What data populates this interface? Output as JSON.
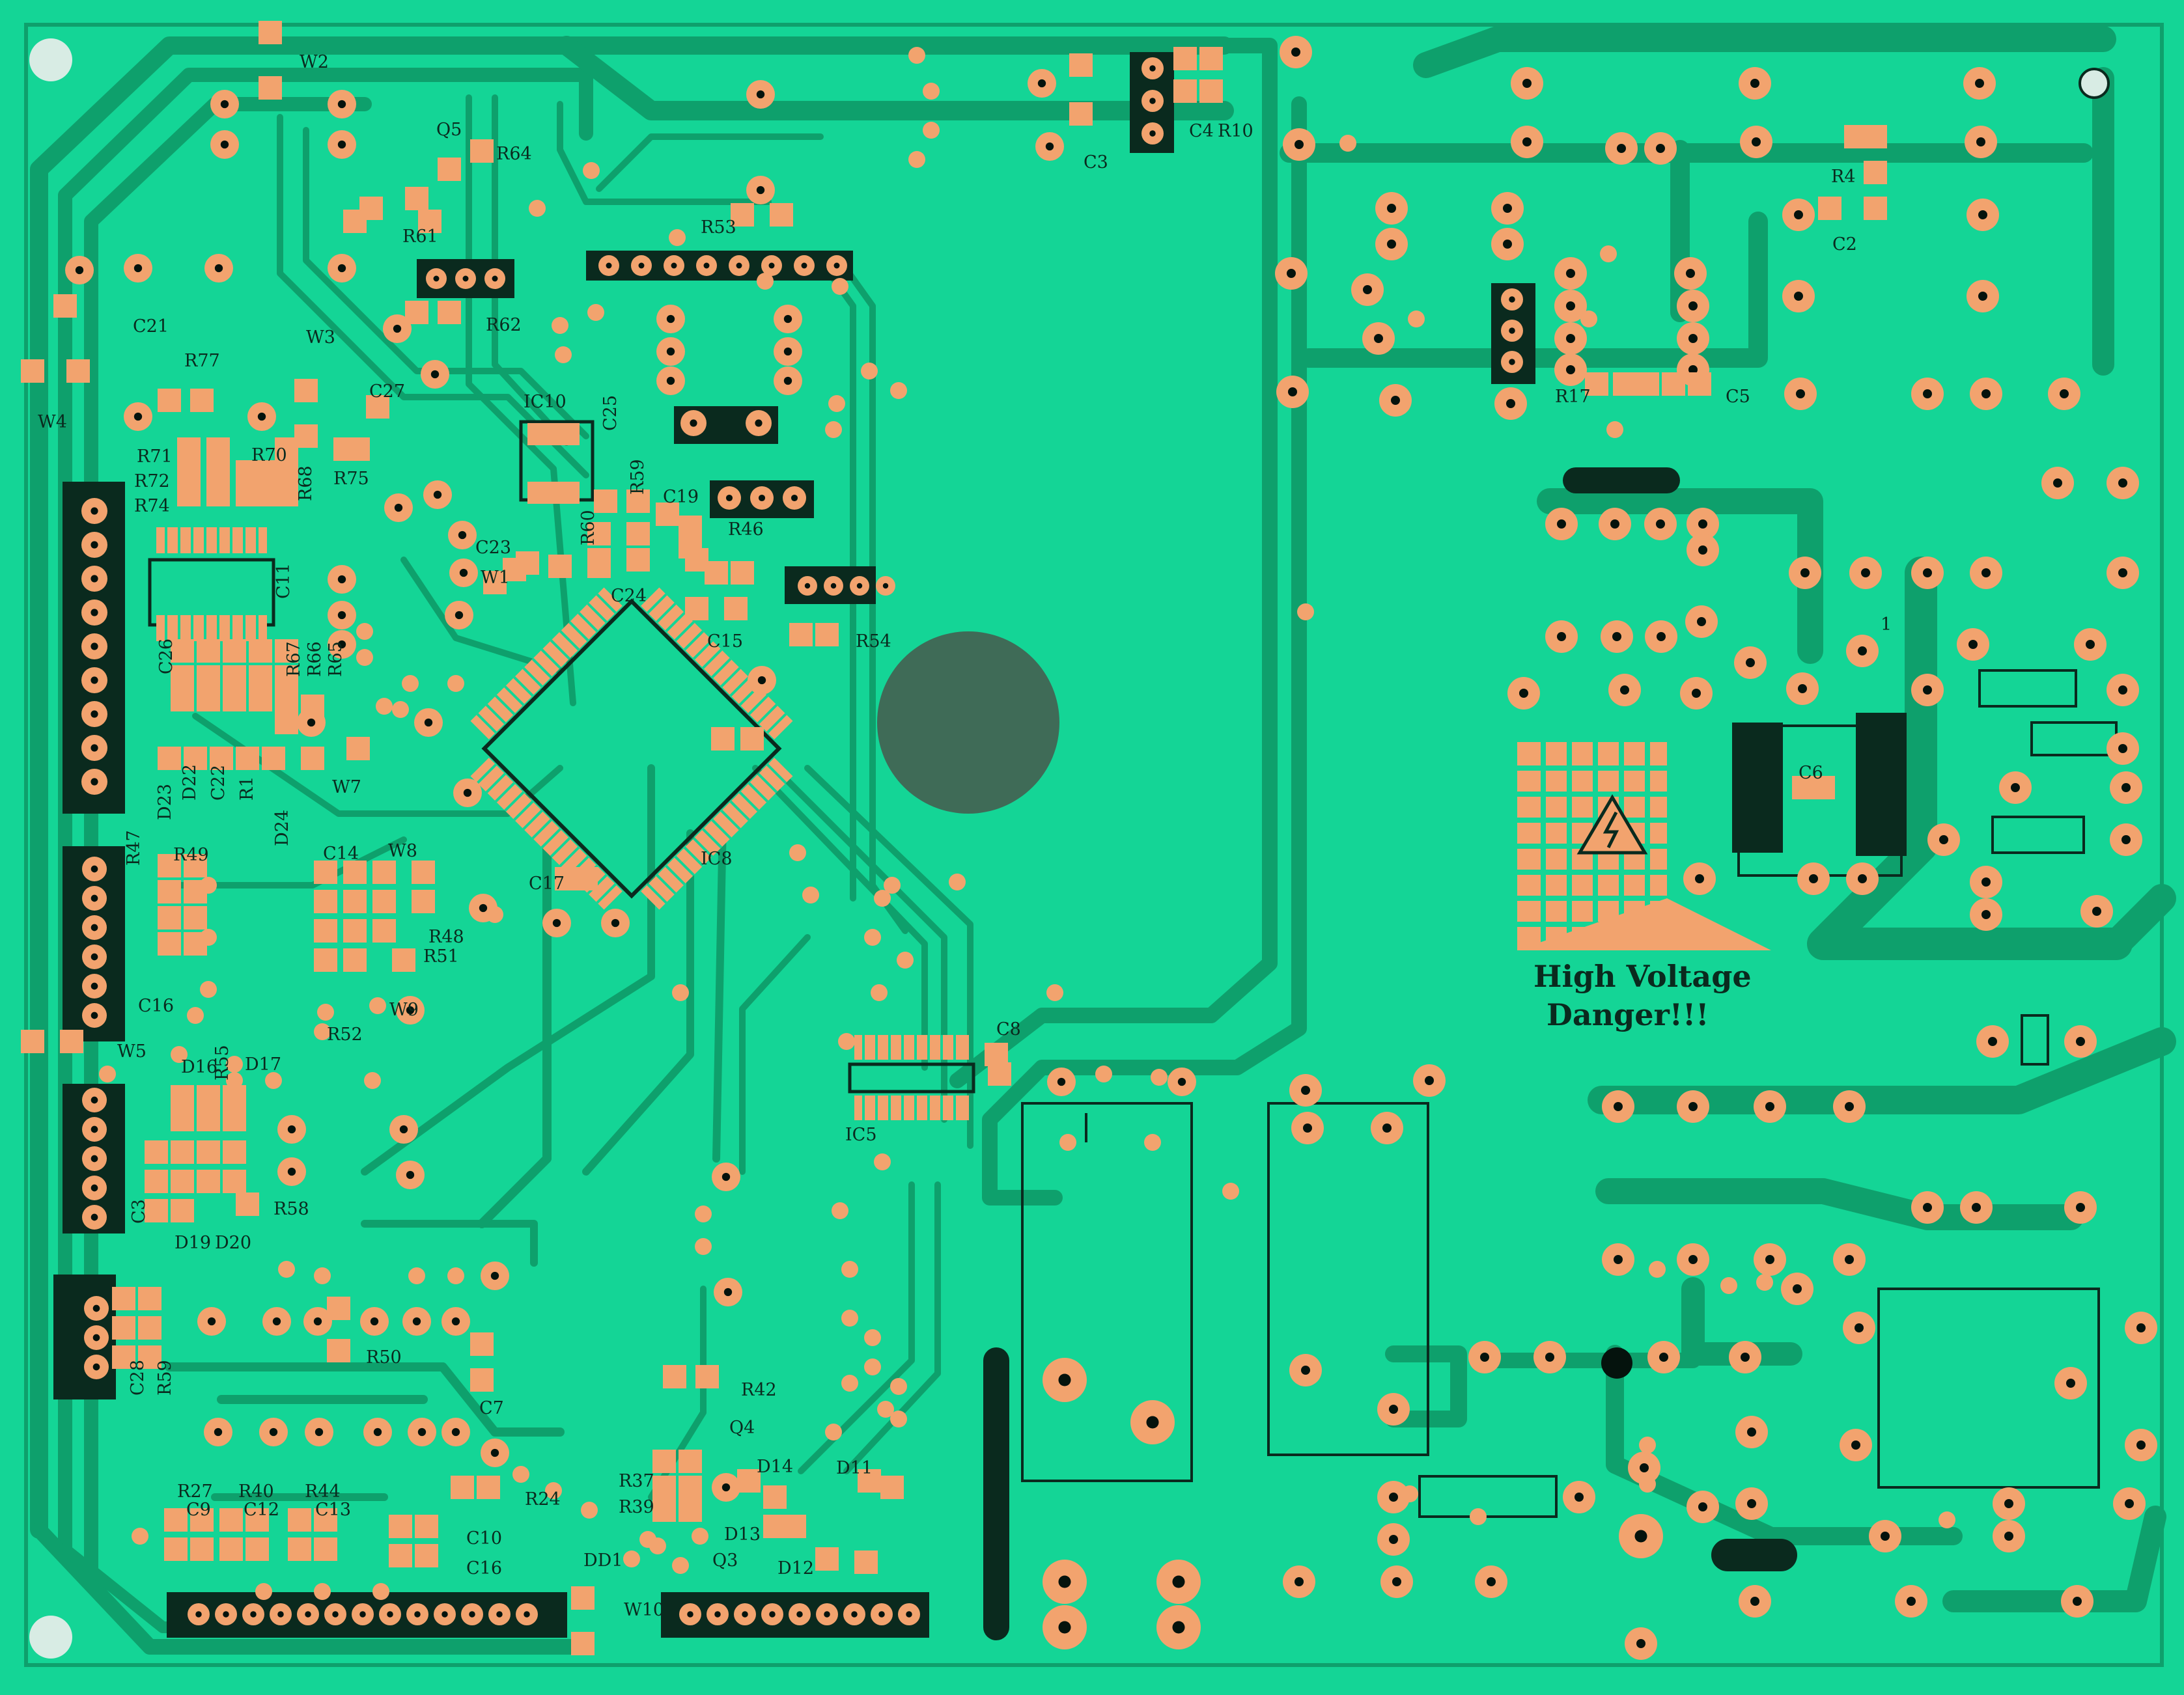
{
  "colors": {
    "board": "#14d596",
    "trace": "#0ea06c",
    "copper": "#f2a36e",
    "mask_dark": "#0a2a1e",
    "hole": "#05130d"
  },
  "icons": {
    "hazard": "high-voltage-warning-icon"
  },
  "warning": {
    "line1": "High Voltage",
    "line2": "Danger!!!"
  },
  "labels": {
    "W2": "W2",
    "Q5": "Q5",
    "R64": "R64",
    "R61": "R61",
    "R62": "R62",
    "C21": "C21",
    "R77": "R77",
    "W3": "W3",
    "C27": "C27",
    "W4": "W4",
    "R71": "R71",
    "R70": "R70",
    "R72": "R72",
    "R74": "R74",
    "R68": "R68",
    "R75": "R75",
    "C11": "C11",
    "C26": "C26",
    "R67": "R67",
    "R66": "R66",
    "R65": "R65",
    "D22": "D22",
    "D23": "D23",
    "D24": "D24",
    "C22": "C22",
    "R1": "R1",
    "W7": "W7",
    "R47": "R47",
    "R49": "R49",
    "C16": "C16",
    "C14": "C14",
    "W8": "W8",
    "R48": "R48",
    "R51": "R51",
    "R52": "R52",
    "W9": "W9",
    "W5": "W5",
    "D16": "D16",
    "R55": "R55",
    "D17": "D17",
    "C3x": "C3",
    "R58": "R58",
    "D19": "D19",
    "D20": "D20",
    "C28": "C28",
    "R59b": "R59",
    "R50": "R50",
    "C7": "C7",
    "R27": "R27",
    "R40": "R40",
    "R44": "R44",
    "C9": "C9",
    "C12": "C12",
    "C13": "C13",
    "C10": "C10",
    "C16b": "C16",
    "R24": "R24",
    "R42": "R42",
    "Q4": "Q4",
    "R37": "R37",
    "R39": "R39",
    "D14": "D14",
    "D11": "D11",
    "DD1": "DD1",
    "Q3": "Q3",
    "D13": "D13",
    "D12": "D12",
    "W10": "W10",
    "R53": "R53",
    "IC10": "IC10",
    "C25": "C25",
    "R59": "R59",
    "R60": "R60",
    "C19": "C19",
    "R46": "R46",
    "C23": "C23",
    "W1": "W1",
    "C24": "C24",
    "C15": "C15",
    "R54": "R54",
    "C17": "C17",
    "IC8": "IC8",
    "C8": "C8",
    "IC5": "IC5",
    "C3": "C3",
    "C4": "C4",
    "R10": "R10",
    "R4": "R4",
    "C2": "C2",
    "R17": "R17",
    "C5": "C5",
    "C6": "C6",
    "pin1": "1"
  }
}
